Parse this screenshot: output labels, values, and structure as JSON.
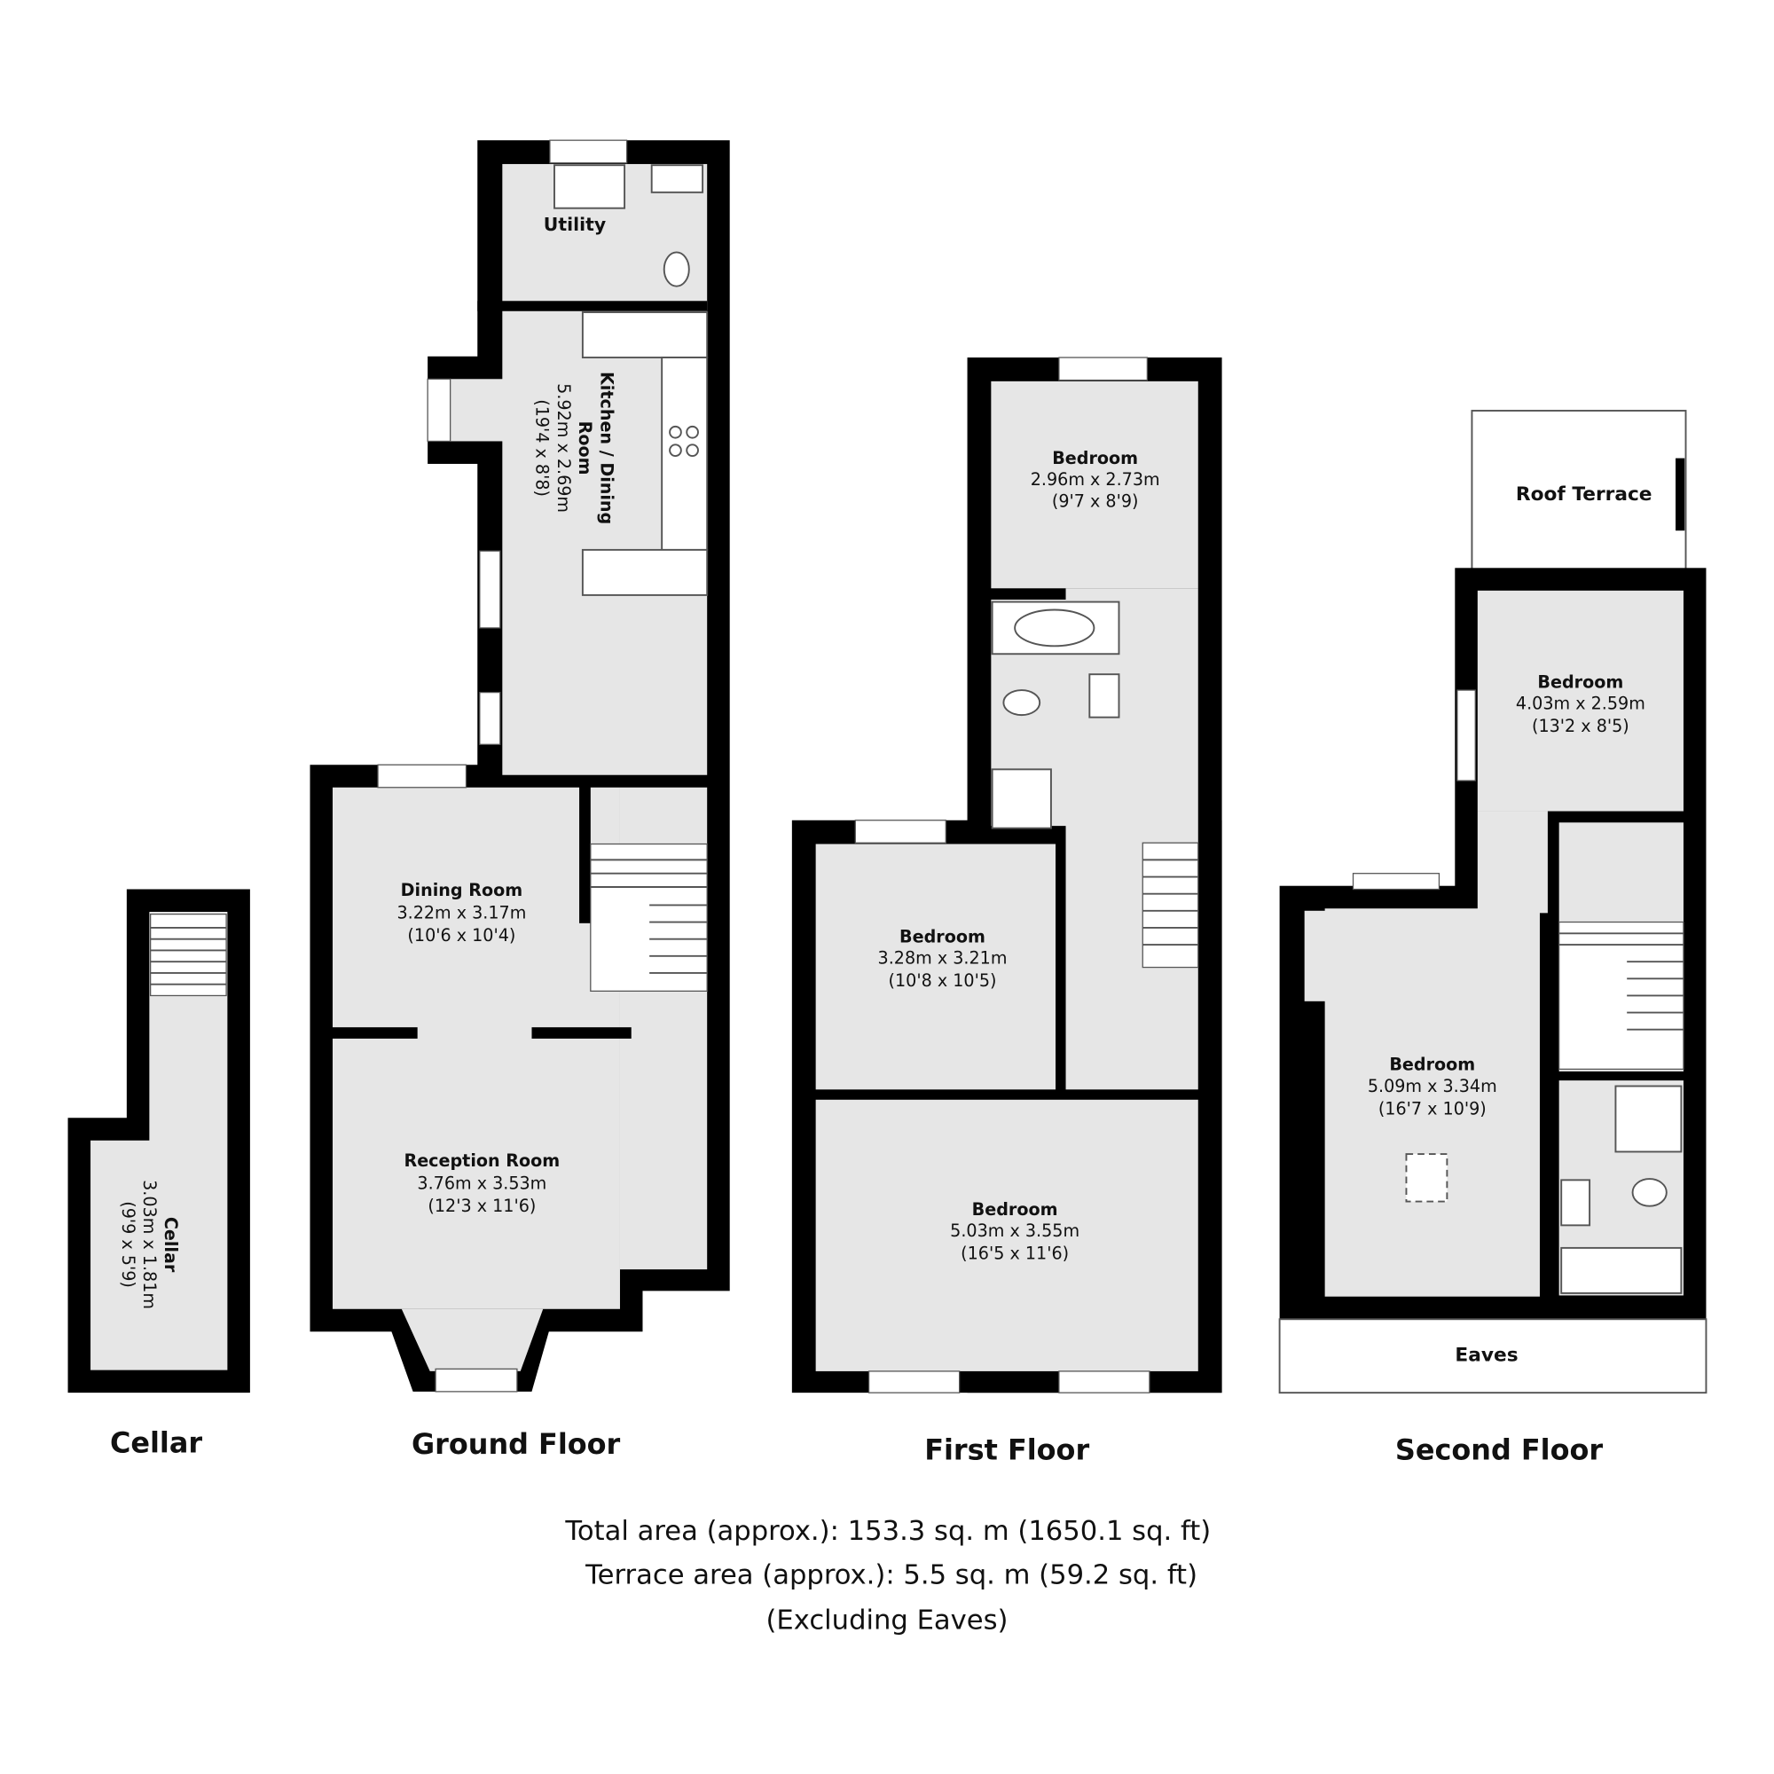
{
  "floors": {
    "cellar": {
      "title": "Cellar",
      "rooms": [
        {
          "name": "Cellar",
          "metric": "3.03m x 1.81m",
          "imperial": "(9'9 x 5'9)"
        }
      ]
    },
    "ground": {
      "title": "Ground Floor",
      "rooms": [
        {
          "name": "Utility"
        },
        {
          "name": "Kitchen / Dining",
          "name2": "Room",
          "metric": "5.92m x 2.69m",
          "imperial": "(19'4 x 8'8)"
        },
        {
          "name": "Dining Room",
          "metric": "3.22m x 3.17m",
          "imperial": "(10'6 x 10'4)"
        },
        {
          "name": "Reception Room",
          "metric": "3.76m x 3.53m",
          "imperial": "(12'3 x 11'6)"
        }
      ]
    },
    "first": {
      "title": "First Floor",
      "rooms": [
        {
          "name": "Bedroom",
          "metric": "2.96m x 2.73m",
          "imperial": "(9'7 x 8'9)"
        },
        {
          "name": "Bedroom",
          "metric": "3.28m x 3.21m",
          "imperial": "(10'8 x 10'5)"
        },
        {
          "name": "Bedroom",
          "metric": "5.03m x 3.55m",
          "imperial": "(16'5 x 11'6)"
        }
      ]
    },
    "second": {
      "title": "Second Floor",
      "rooms": [
        {
          "name": "Roof Terrace"
        },
        {
          "name": "Bedroom",
          "metric": "4.03m x 2.59m",
          "imperial": "(13'2 x 8'5)"
        },
        {
          "name": "Bedroom",
          "metric": "5.09m x 3.34m",
          "imperial": "(16'7 x 10'9)"
        },
        {
          "name": "Eaves"
        }
      ]
    }
  },
  "summary": {
    "total": "Total area (approx.): 153.3 sq. m (1650.1 sq. ft)",
    "terrace": "Terrace area (approx.): 5.5 sq. m (59.2 sq. ft)",
    "note": "(Excluding Eaves)"
  }
}
